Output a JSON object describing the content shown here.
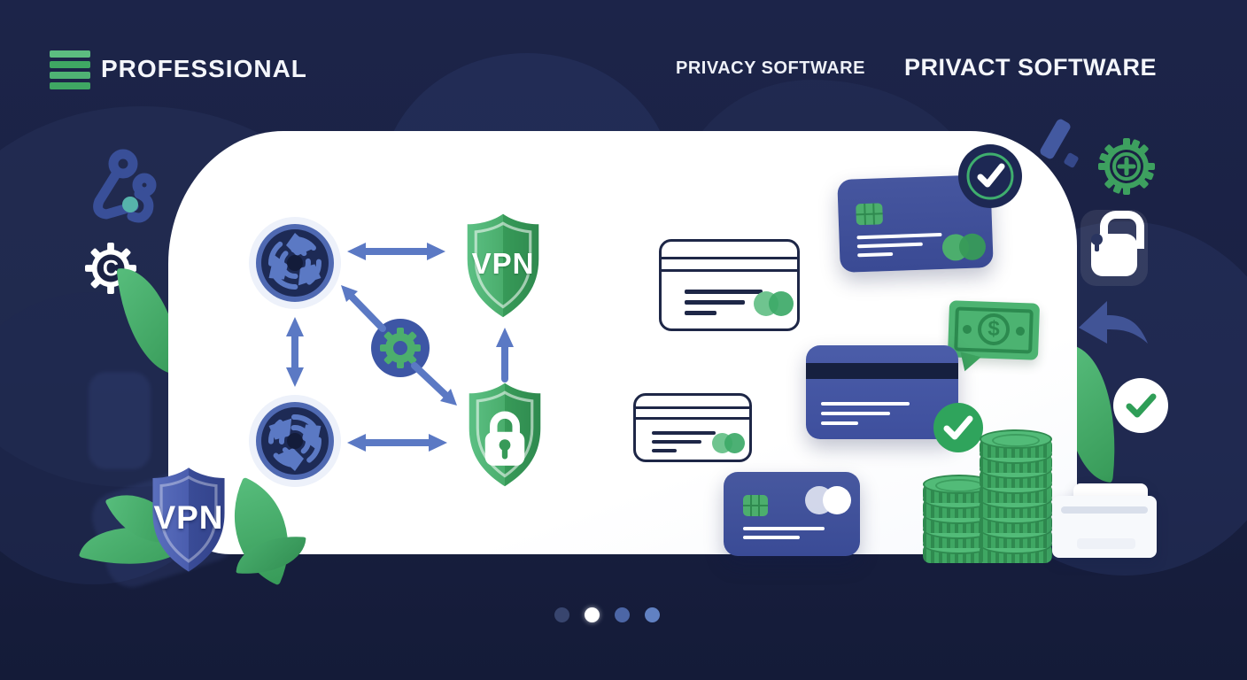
{
  "header": {
    "brand": "PROFESSIONAL",
    "tagline": "PRIVACY SOFTWARE",
    "title": "PRIVACT SOFTWARE"
  },
  "illustration": {
    "vpn_shield_label": "VPN",
    "vpn_badge_label": "VPN",
    "bill_symbol": "$",
    "copyright_symbol": "C"
  },
  "carousel": {
    "dots": [
      "dim",
      "active",
      "medium",
      "light"
    ]
  },
  "colors": {
    "background": "#1a2143",
    "card": "#ffffff",
    "accent_green": "#3fa763",
    "accent_green_dark": "#2e8f4e",
    "card_blue": "#3e4f9d",
    "arrow_blue": "#5b79c4",
    "outline_navy": "#1e2747"
  }
}
